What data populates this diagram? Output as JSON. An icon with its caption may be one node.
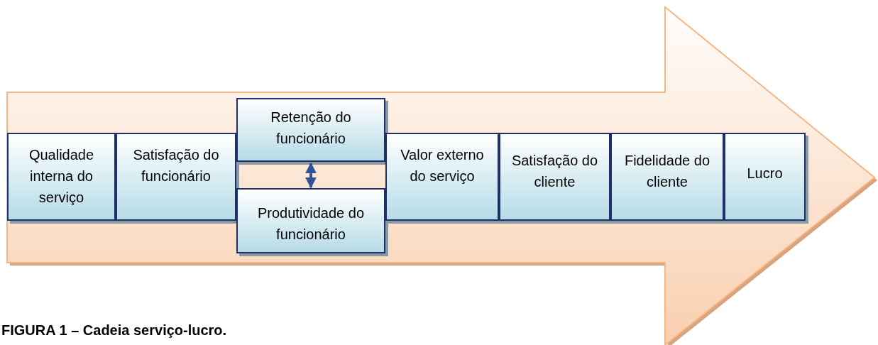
{
  "diagram": {
    "caption": "FIGURA 1 – Cadeia serviço-lucro.",
    "nodes": [
      {
        "text": [
          "Qualidade interna do serviço"
        ]
      },
      {
        "text": [
          "Satisfação do funcionário"
        ]
      },
      {
        "text": [
          "Retenção do funcionário"
        ]
      },
      {
        "text": [
          "Produtividade do funcionário"
        ]
      },
      {
        "text": [
          "Valor externo do serviço"
        ]
      },
      {
        "text": [
          "Satisfação do cliente"
        ]
      },
      {
        "text": [
          "Fidelidade do cliente"
        ]
      },
      {
        "text": [
          "Lucro"
        ]
      }
    ],
    "edges": [
      {
        "from": 2,
        "to": 3,
        "arrow": "both"
      }
    ]
  }
}
